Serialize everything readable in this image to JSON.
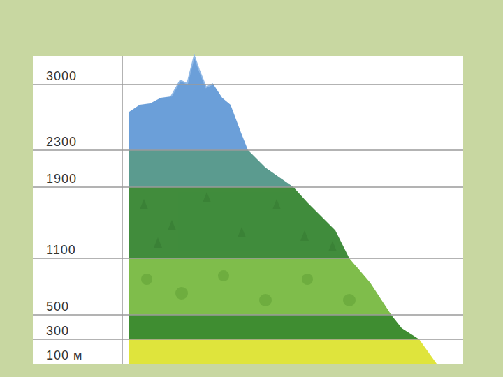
{
  "diagram": {
    "labels": [
      "3000",
      "2300",
      "1900",
      "1100",
      "500",
      "300",
      "100 м"
    ]
  }
}
